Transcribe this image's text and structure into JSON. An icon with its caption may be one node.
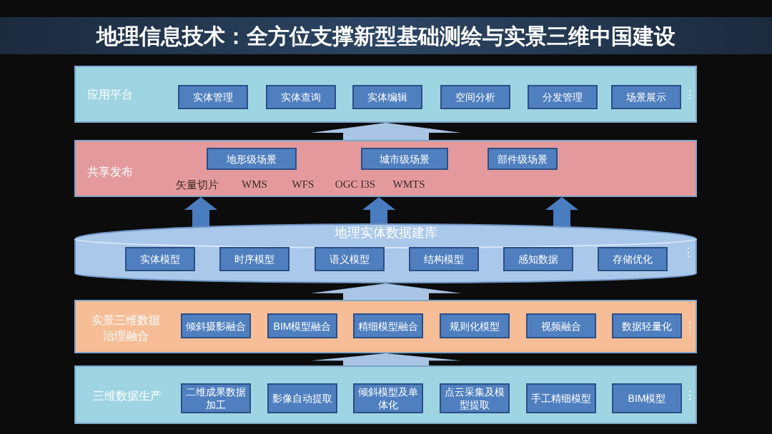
{
  "diagram": {
    "title": "地理信息技术：全方位支撑新型基础测绘与实景三维中国建设",
    "nodes": [
      {
        "text": [
          "应用平台"
        ],
        "beside": [
          "⋮"
        ]
      },
      {
        "text": [
          "实体管理"
        ],
        "in": 0
      },
      {
        "text": [
          "实体查询"
        ],
        "in": 0
      },
      {
        "text": [
          "实体编辑"
        ],
        "in": 0
      },
      {
        "text": [
          "空间分析"
        ],
        "in": 0
      },
      {
        "text": [
          "分发管理"
        ],
        "in": 0
      },
      {
        "text": [
          "场景展示"
        ],
        "in": 0
      },
      {
        "text": [
          "共享发布"
        ]
      },
      {
        "text": [
          "地形级场景"
        ],
        "in": 7
      },
      {
        "text": [
          "城市级场景"
        ],
        "in": 7
      },
      {
        "text": [
          "部件级场景"
        ],
        "in": 7
      },
      {
        "text": [
          "地理实体数据建库"
        ],
        "beside": [
          "⋮"
        ]
      },
      {
        "text": [
          "实体模型"
        ],
        "in": 11
      },
      {
        "text": [
          "时序模型"
        ],
        "in": 11
      },
      {
        "text": [
          "语义模型"
        ],
        "in": 11
      },
      {
        "text": [
          "结构模型"
        ],
        "in": 11
      },
      {
        "text": [
          "感知数据"
        ],
        "in": 11
      },
      {
        "text": [
          "存储优化"
        ],
        "in": 11
      },
      {
        "text": [
          "实景三维数据治理融合"
        ],
        "beside": [
          "⋮"
        ]
      },
      {
        "text": [
          "倾斜摄影融合"
        ],
        "in": 18
      },
      {
        "text": [
          "BIM模型融合"
        ],
        "in": 18
      },
      {
        "text": [
          "精细模型融合"
        ],
        "in": 18
      },
      {
        "text": [
          "规则化模型"
        ],
        "in": 18
      },
      {
        "text": [
          "视频融合"
        ],
        "in": 18
      },
      {
        "text": [
          "数据轻量化"
        ],
        "in": 18
      },
      {
        "text": [
          "三维数据生产"
        ],
        "beside": [
          "⋮"
        ]
      },
      {
        "text": [
          "二维成果数据加工"
        ],
        "in": 25
      },
      {
        "text": [
          "影像自动提取"
        ],
        "in": 25
      },
      {
        "text": [
          "倾斜模型及单体化"
        ],
        "in": 25
      },
      {
        "text": [
          "点云采集及模型提取"
        ],
        "in": 25
      },
      {
        "text": [
          "手工精细模型"
        ],
        "in": 25
      },
      {
        "text": [
          "BIM模型"
        ],
        "in": 25
      }
    ],
    "edges": [
      {
        "from": 25,
        "to": 18,
        "arrow": "to",
        "style": "thick",
        "color": "#a9c4e4"
      },
      {
        "from": 18,
        "to": 11,
        "arrow": "to",
        "style": "thick",
        "color": "#a9c4e4"
      },
      {
        "from": 11,
        "to": 7,
        "arrow": "to",
        "color": "#4a7cc0"
      },
      {
        "from": 11,
        "to": 7,
        "arrow": "to",
        "color": "#4a7cc0"
      },
      {
        "from": 11,
        "to": 7,
        "arrow": "to",
        "color": "#4a7cc0"
      },
      {
        "from": 7,
        "to": 0,
        "arrow": "to",
        "style": "thick",
        "color": "#a9c4e4"
      }
    ],
    "labels": [
      "矢量切片",
      "WMS",
      "WFS",
      "OGC I3S",
      "WMTS"
    ]
  }
}
